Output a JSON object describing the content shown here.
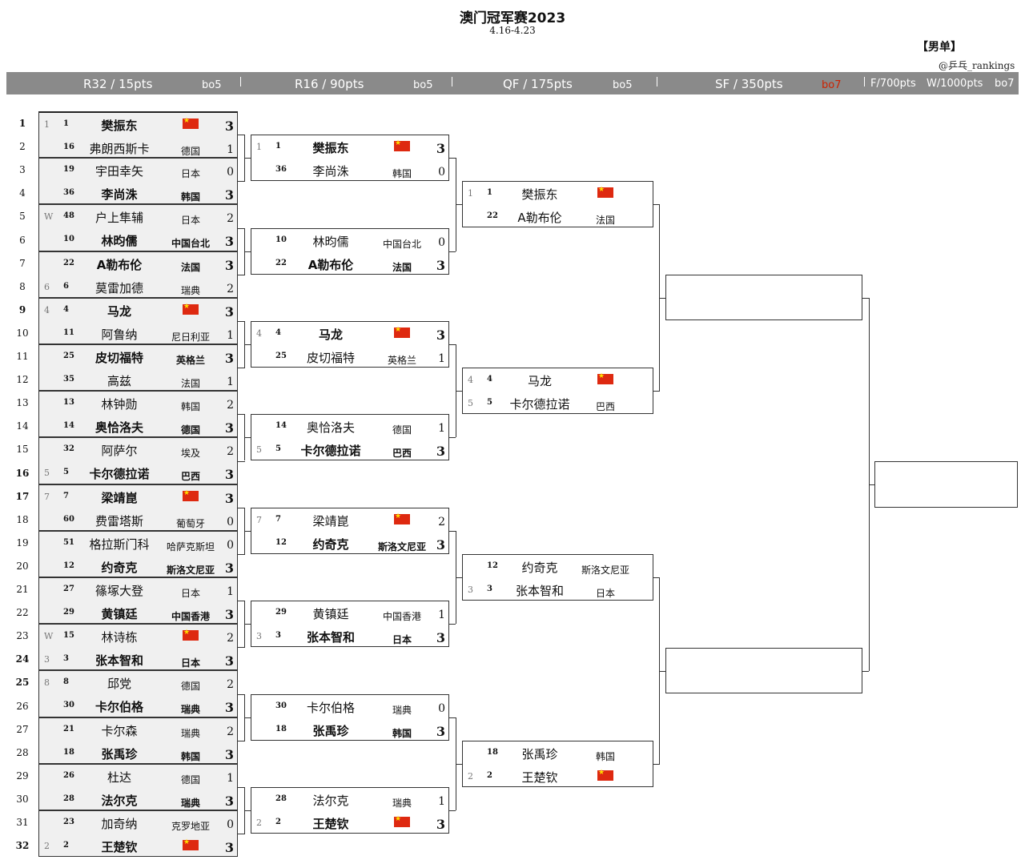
{
  "header": {
    "title": "澳门冠军赛2023",
    "dates": "4.16-4.23",
    "event": "【男单】",
    "credit": "@乒乓_rankings"
  },
  "rounds": [
    {
      "label": "R32 / 15pts",
      "bo": "bo5"
    },
    {
      "label": "R16 / 90pts",
      "bo": "bo5"
    },
    {
      "label": "QF / 175pts",
      "bo": "bo5"
    },
    {
      "label": "SF / 350pts",
      "bo": "bo7"
    },
    {
      "label": "F/700pts",
      "bo": ""
    },
    {
      "label": "W/1000pts",
      "bo": "bo7"
    }
  ],
  "colors": {
    "header_bg": "#8a8a8a",
    "bo7_accent": "#cc2200",
    "flag": "#de2910"
  },
  "rows": [
    "1",
    "2",
    "3",
    "4",
    "5",
    "6",
    "7",
    "8",
    "9",
    "10",
    "11",
    "12",
    "13",
    "14",
    "15",
    "16",
    "17",
    "18",
    "19",
    "20",
    "21",
    "22",
    "23",
    "24",
    "25",
    "26",
    "27",
    "28",
    "29",
    "30",
    "31",
    "32"
  ],
  "r32": [
    [
      {
        "seed": "1",
        "rank": "1",
        "name": "樊振东",
        "country": "",
        "flag": true,
        "score": "3",
        "win": true
      },
      {
        "seed": "",
        "rank": "16",
        "name": "弗朗西斯卡",
        "country": "德国",
        "flag": false,
        "score": "1",
        "win": false
      }
    ],
    [
      {
        "seed": "",
        "rank": "19",
        "name": "宇田幸矢",
        "country": "日本",
        "flag": false,
        "score": "0",
        "win": false
      },
      {
        "seed": "",
        "rank": "36",
        "name": "李尚洙",
        "country": "韩国",
        "flag": false,
        "score": "3",
        "win": true
      }
    ],
    [
      {
        "seed": "W",
        "rank": "48",
        "name": "户上隼辅",
        "country": "日本",
        "flag": false,
        "score": "2",
        "win": false
      },
      {
        "seed": "",
        "rank": "10",
        "name": "林昀儒",
        "country": "中国台北",
        "flag": false,
        "score": "3",
        "win": true
      }
    ],
    [
      {
        "seed": "",
        "rank": "22",
        "name": "A勒布伦",
        "country": "法国",
        "flag": false,
        "score": "3",
        "win": true
      },
      {
        "seed": "6",
        "rank": "6",
        "name": "莫雷加德",
        "country": "瑞典",
        "flag": false,
        "score": "2",
        "win": false
      }
    ],
    [
      {
        "seed": "4",
        "rank": "4",
        "name": "马龙",
        "country": "",
        "flag": true,
        "score": "3",
        "win": true
      },
      {
        "seed": "",
        "rank": "11",
        "name": "阿鲁纳",
        "country": "尼日利亚",
        "flag": false,
        "score": "1",
        "win": false
      }
    ],
    [
      {
        "seed": "",
        "rank": "25",
        "name": "皮切福特",
        "country": "英格兰",
        "flag": false,
        "score": "3",
        "win": true
      },
      {
        "seed": "",
        "rank": "35",
        "name": "高兹",
        "country": "法国",
        "flag": false,
        "score": "1",
        "win": false
      }
    ],
    [
      {
        "seed": "",
        "rank": "13",
        "name": "林钟勋",
        "country": "韩国",
        "flag": false,
        "score": "2",
        "win": false
      },
      {
        "seed": "",
        "rank": "14",
        "name": "奥恰洛夫",
        "country": "德国",
        "flag": false,
        "score": "3",
        "win": true
      }
    ],
    [
      {
        "seed": "",
        "rank": "32",
        "name": "阿萨尔",
        "country": "埃及",
        "flag": false,
        "score": "2",
        "win": false
      },
      {
        "seed": "5",
        "rank": "5",
        "name": "卡尔德拉诺",
        "country": "巴西",
        "flag": false,
        "score": "3",
        "win": true
      }
    ],
    [
      {
        "seed": "7",
        "rank": "7",
        "name": "梁靖崑",
        "country": "",
        "flag": true,
        "score": "3",
        "win": true
      },
      {
        "seed": "",
        "rank": "60",
        "name": "费雷塔斯",
        "country": "葡萄牙",
        "flag": false,
        "score": "0",
        "win": false
      }
    ],
    [
      {
        "seed": "",
        "rank": "51",
        "name": "格拉斯门科",
        "country": "哈萨克斯坦",
        "flag": false,
        "score": "0",
        "win": false
      },
      {
        "seed": "",
        "rank": "12",
        "name": "约奇克",
        "country": "斯洛文尼亚",
        "flag": false,
        "score": "3",
        "win": true
      }
    ],
    [
      {
        "seed": "",
        "rank": "27",
        "name": "篠塚大登",
        "country": "日本",
        "flag": false,
        "score": "1",
        "win": false
      },
      {
        "seed": "",
        "rank": "29",
        "name": "黄镇廷",
        "country": "中国香港",
        "flag": false,
        "score": "3",
        "win": true
      }
    ],
    [
      {
        "seed": "W",
        "rank": "15",
        "name": "林诗栋",
        "country": "",
        "flag": true,
        "score": "2",
        "win": false
      },
      {
        "seed": "3",
        "rank": "3",
        "name": "张本智和",
        "country": "日本",
        "flag": false,
        "score": "3",
        "win": true
      }
    ],
    [
      {
        "seed": "8",
        "rank": "8",
        "name": "邱党",
        "country": "德国",
        "flag": false,
        "score": "2",
        "win": false
      },
      {
        "seed": "",
        "rank": "30",
        "name": "卡尔伯格",
        "country": "瑞典",
        "flag": false,
        "score": "3",
        "win": true
      }
    ],
    [
      {
        "seed": "",
        "rank": "21",
        "name": "卡尔森",
        "country": "瑞典",
        "flag": false,
        "score": "2",
        "win": false
      },
      {
        "seed": "",
        "rank": "18",
        "name": "张禹珍",
        "country": "韩国",
        "flag": false,
        "score": "3",
        "win": true
      }
    ],
    [
      {
        "seed": "",
        "rank": "26",
        "name": "杜达",
        "country": "德国",
        "flag": false,
        "score": "1",
        "win": false
      },
      {
        "seed": "",
        "rank": "28",
        "name": "法尔克",
        "country": "瑞典",
        "flag": false,
        "score": "3",
        "win": true
      }
    ],
    [
      {
        "seed": "",
        "rank": "23",
        "name": "加奇纳",
        "country": "克罗地亚",
        "flag": false,
        "score": "0",
        "win": false
      },
      {
        "seed": "2",
        "rank": "2",
        "name": "王楚钦",
        "country": "",
        "flag": true,
        "score": "3",
        "win": true
      }
    ]
  ],
  "r16": [
    [
      {
        "seed": "1",
        "rank": "1",
        "name": "樊振东",
        "country": "",
        "flag": true,
        "score": "3",
        "win": true
      },
      {
        "seed": "",
        "rank": "36",
        "name": "李尚洙",
        "country": "韩国",
        "flag": false,
        "score": "0",
        "win": false
      }
    ],
    [
      {
        "seed": "",
        "rank": "10",
        "name": "林昀儒",
        "country": "中国台北",
        "flag": false,
        "score": "0",
        "win": false
      },
      {
        "seed": "",
        "rank": "22",
        "name": "A勒布伦",
        "country": "法国",
        "flag": false,
        "score": "3",
        "win": true
      }
    ],
    [
      {
        "seed": "4",
        "rank": "4",
        "name": "马龙",
        "country": "",
        "flag": true,
        "score": "3",
        "win": true
      },
      {
        "seed": "",
        "rank": "25",
        "name": "皮切福特",
        "country": "英格兰",
        "flag": false,
        "score": "1",
        "win": false
      }
    ],
    [
      {
        "seed": "",
        "rank": "14",
        "name": "奥恰洛夫",
        "country": "德国",
        "flag": false,
        "score": "1",
        "win": false
      },
      {
        "seed": "5",
        "rank": "5",
        "name": "卡尔德拉诺",
        "country": "巴西",
        "flag": false,
        "score": "3",
        "win": true
      }
    ],
    [
      {
        "seed": "7",
        "rank": "7",
        "name": "梁靖崑",
        "country": "",
        "flag": true,
        "score": "2",
        "win": false
      },
      {
        "seed": "",
        "rank": "12",
        "name": "约奇克",
        "country": "斯洛文尼亚",
        "flag": false,
        "score": "3",
        "win": true
      }
    ],
    [
      {
        "seed": "",
        "rank": "29",
        "name": "黄镇廷",
        "country": "中国香港",
        "flag": false,
        "score": "1",
        "win": false
      },
      {
        "seed": "3",
        "rank": "3",
        "name": "张本智和",
        "country": "日本",
        "flag": false,
        "score": "3",
        "win": true
      }
    ],
    [
      {
        "seed": "",
        "rank": "30",
        "name": "卡尔伯格",
        "country": "瑞典",
        "flag": false,
        "score": "0",
        "win": false
      },
      {
        "seed": "",
        "rank": "18",
        "name": "张禹珍",
        "country": "韩国",
        "flag": false,
        "score": "3",
        "win": true
      }
    ],
    [
      {
        "seed": "",
        "rank": "28",
        "name": "法尔克",
        "country": "瑞典",
        "flag": false,
        "score": "1",
        "win": false
      },
      {
        "seed": "2",
        "rank": "2",
        "name": "王楚钦",
        "country": "",
        "flag": true,
        "score": "3",
        "win": true
      }
    ]
  ],
  "qf": [
    [
      {
        "seed": "1",
        "rank": "1",
        "name": "樊振东",
        "country": "",
        "flag": true,
        "score": "",
        "win": false
      },
      {
        "seed": "",
        "rank": "22",
        "name": "A勒布伦",
        "country": "法国",
        "flag": false,
        "score": "",
        "win": false
      }
    ],
    [
      {
        "seed": "4",
        "rank": "4",
        "name": "马龙",
        "country": "",
        "flag": true,
        "score": "",
        "win": false
      },
      {
        "seed": "5",
        "rank": "5",
        "name": "卡尔德拉诺",
        "country": "巴西",
        "flag": false,
        "score": "",
        "win": false
      }
    ],
    [
      {
        "seed": "",
        "rank": "12",
        "name": "约奇克",
        "country": "斯洛文尼亚",
        "flag": false,
        "score": "",
        "win": false
      },
      {
        "seed": "3",
        "rank": "3",
        "name": "张本智和",
        "country": "日本",
        "flag": false,
        "score": "",
        "win": false
      }
    ],
    [
      {
        "seed": "",
        "rank": "18",
        "name": "张禹珍",
        "country": "韩国",
        "flag": false,
        "score": "",
        "win": false
      },
      {
        "seed": "2",
        "rank": "2",
        "name": "王楚钦",
        "country": "",
        "flag": true,
        "score": "",
        "win": false
      }
    ]
  ]
}
